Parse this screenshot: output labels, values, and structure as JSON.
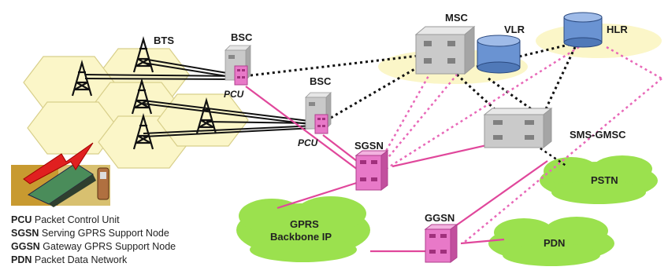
{
  "labels": {
    "bts": "BTS",
    "bsc_top": "BSC",
    "bsc_mid": "BSC",
    "pcu_top": "PCU",
    "pcu_mid": "PCU",
    "msc": "MSC",
    "vlr": "VLR",
    "hlr": "HLR",
    "sgsn": "SGSN",
    "sms_gmsc": "SMS-GMSC",
    "ggsn": "GGSN",
    "pstn": "PSTN",
    "pdn": "PDN",
    "backbone_line1": "GPRS",
    "backbone_line2": "Backbone IP"
  },
  "legend": [
    {
      "abbr": "PCU",
      "text": "Packet Control Unit"
    },
    {
      "abbr": "SGSN",
      "text": "Serving GPRS Support Node"
    },
    {
      "abbr": "GGSN",
      "text": "Gateway GPRS Support Node"
    },
    {
      "abbr": "PDN",
      "text": "Packet Data Network"
    }
  ],
  "colors": {
    "cell": "#fbf6c8",
    "cloud": "#9be14e",
    "node": "#e879c8",
    "server": "#c9c9c9",
    "db": "#6a93d2",
    "link_pink": "#e0479b",
    "link_dotted": "#111111",
    "link_pink_dotted": "#e868b8"
  }
}
